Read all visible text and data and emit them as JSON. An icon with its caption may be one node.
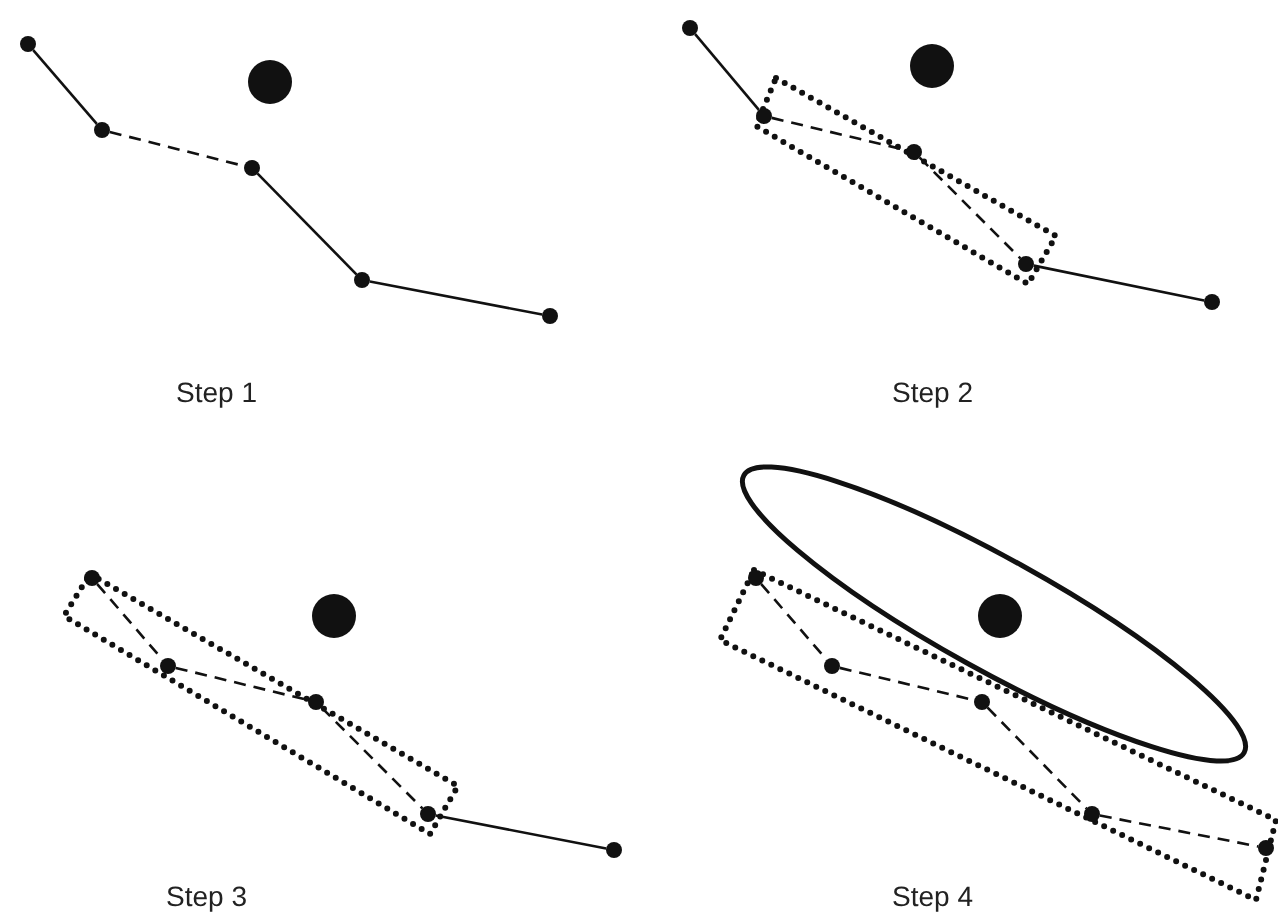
{
  "diagram": {
    "nodes": [
      {
        "text": [],
        "shape": "circle"
      },
      {
        "text": [],
        "shape": "circle"
      },
      {
        "text": [],
        "shape": "circle"
      },
      {
        "text": [],
        "shape": "circle"
      },
      {
        "text": [],
        "shape": "circle"
      },
      {
        "text": [],
        "shape": "circle"
      },
      {
        "text": [],
        "shape": "circle"
      },
      {
        "text": [],
        "shape": "circle"
      },
      {
        "text": [],
        "shape": "circle"
      },
      {
        "text": [],
        "shape": "circle"
      },
      {
        "text": [],
        "shape": "circle"
      },
      {
        "text": [],
        "shape": "circle"
      },
      {
        "text": [],
        "shape": "circle"
      },
      {
        "text": [],
        "shape": "circle"
      },
      {
        "text": [],
        "shape": "circle"
      },
      {
        "text": [],
        "shape": "circle"
      },
      {
        "text": [],
        "shape": "circle"
      },
      {
        "text": [],
        "shape": "circle"
      },
      {
        "text": [],
        "shape": "circle"
      },
      {
        "text": [],
        "shape": "circle"
      },
      {
        "text": [],
        "shape": "circle"
      },
      {
        "text": [],
        "shape": "circle"
      },
      {
        "text": [],
        "shape": "circle"
      },
      {
        "text": [],
        "shape": "circle"
      }
    ],
    "edges": [
      {
        "from": 0,
        "to": 1,
        "arrow": "none"
      },
      {
        "from": 1,
        "to": 2,
        "arrow": "none",
        "style": "dashed"
      },
      {
        "from": 2,
        "to": 3,
        "arrow": "none"
      },
      {
        "from": 3,
        "to": 4,
        "arrow": "none"
      },
      {
        "from": 6,
        "to": 7,
        "arrow": "none"
      },
      {
        "from": 7,
        "to": 8,
        "arrow": "none",
        "style": "dashed"
      },
      {
        "from": 8,
        "to": 9,
        "arrow": "none",
        "style": "dashed"
      },
      {
        "from": 9,
        "to": 10,
        "arrow": "none"
      },
      {
        "from": 12,
        "to": 13,
        "arrow": "none",
        "style": "dashed"
      },
      {
        "from": 13,
        "to": 14,
        "arrow": "none",
        "style": "dashed"
      },
      {
        "from": 14,
        "to": 15,
        "arrow": "none",
        "style": "dashed"
      },
      {
        "from": 15,
        "to": 16,
        "arrow": "none"
      },
      {
        "from": 18,
        "to": 19,
        "arrow": "none",
        "style": "dashed"
      },
      {
        "from": 19,
        "to": 20,
        "arrow": "none",
        "style": "dashed"
      },
      {
        "from": 20,
        "to": 21,
        "arrow": "none",
        "style": "dashed"
      },
      {
        "from": 21,
        "to": 22,
        "arrow": "none",
        "style": "dashed"
      }
    ],
    "labels": [
      "Step 1",
      "Step 2",
      "Step 3",
      "Step 4"
    ]
  }
}
